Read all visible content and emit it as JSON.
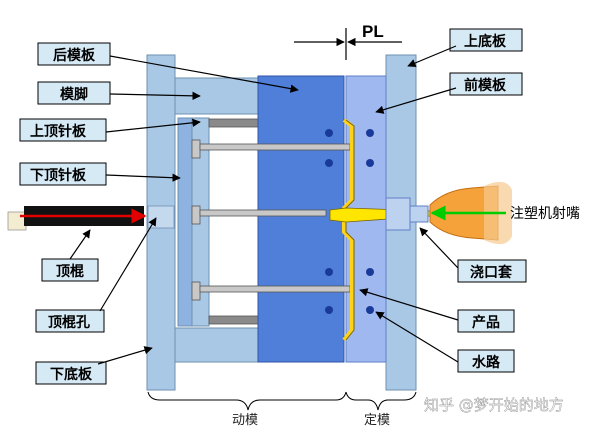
{
  "labels": {
    "rear_plate": "后模板",
    "mold_leg": "模脚",
    "upper_ejector_plate": "上顶针板",
    "lower_ejector_plate": "下顶针板",
    "ejector_rod": "顶棍",
    "ejector_rod_hole": "顶棍孔",
    "bottom_plate": "下底板",
    "top_plate": "上底板",
    "front_plate": "前模板",
    "injection_nozzle": "注塑机射嘴",
    "sprue_bushing": "浇口套",
    "product": "产品",
    "waterway": "水路",
    "parting_line": "PL",
    "moving_mold": "动模",
    "fixed_mold": "定模"
  },
  "watermark": "知乎 @梦开始的地方",
  "colors": {
    "plate_light": "#a9c8e6",
    "plate_mid": "#8fb3e0",
    "moving_plate": "#4f7fd9",
    "fixed_plate": "#9fb8f0",
    "label_box": "#d6eaf6",
    "product": "#ffd21a",
    "nozzle": "#f5a23a",
    "arrow_red": "#e00000",
    "arrow_green": "#00cc00",
    "water_dot": "#1a3a9a"
  }
}
